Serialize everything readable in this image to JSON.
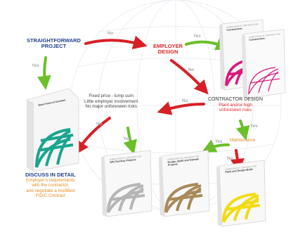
{
  "nodes": {
    "straightforward": {
      "line1": "STRAIGHTFORWARD",
      "line2": "PROJECT"
    },
    "employer_design": {
      "line1": "EMPLOYER",
      "line2": "DESIGN"
    },
    "contractor_design": {
      "title": "CONTRACTOR DESIGN",
      "sub1": "Plant and/or high",
      "sub2": "unforeseen risks"
    },
    "maintenance": {
      "label": "Maintenance"
    },
    "discuss": {
      "title": "DISCUSS IN DETAIL",
      "lines": [
        "Employer's requirements",
        "with the contractor,",
        "and negotiate a modified",
        "FIDIC Contract"
      ]
    },
    "fixed_price_note": {
      "lines": [
        "Fixed price - lump sum",
        "Little employer involvement",
        "No major unforeseen risks"
      ]
    }
  },
  "edges": {
    "sf_to_employer": "No",
    "employer_to_books": "Yes",
    "sf_to_short": "Yes",
    "employer_to_contractor": "No",
    "contractor_to_note": "No",
    "contractor_to_maintenance": "Yes",
    "maintenance_to_design_build": "Yes",
    "maintenance_to_plant": "No",
    "to_discuss": "No",
    "note_to_epc": "Yes"
  },
  "books": {
    "short_form": {
      "title": "Short Form of Contract",
      "color": "#1aa58f"
    },
    "construction_a": {
      "top": "CONDITIONS OF CONTRACT FOR",
      "title": "Construction",
      "color": "#d9187d"
    },
    "construction_b": {
      "top": "CONDITIONS OF CONTRACT FOR",
      "title": "Construction",
      "color": "#d9187d"
    },
    "epc": {
      "top": "CONDITIONS OF CONTRACT FOR",
      "title": "EPC/Turnkey Projects",
      "color": "#b5b5b5"
    },
    "design_build": {
      "top": "CONDITIONS OF CONTRACT FOR",
      "title": "Design, Build and Operate Projects",
      "color": "#a88a5a"
    },
    "plant_design": {
      "top": "CONDITIONS OF CONTRACT FOR",
      "title": "Plant and Design-Build",
      "color": "#f0dc12"
    }
  },
  "colors": {
    "title_blue": "#1f3f8f",
    "red": "#e0262b",
    "orange": "#e68a1e",
    "arrow_red": "#d81f26",
    "arrow_green": "#6bbf2a",
    "grid_lines": "#eceef2"
  }
}
